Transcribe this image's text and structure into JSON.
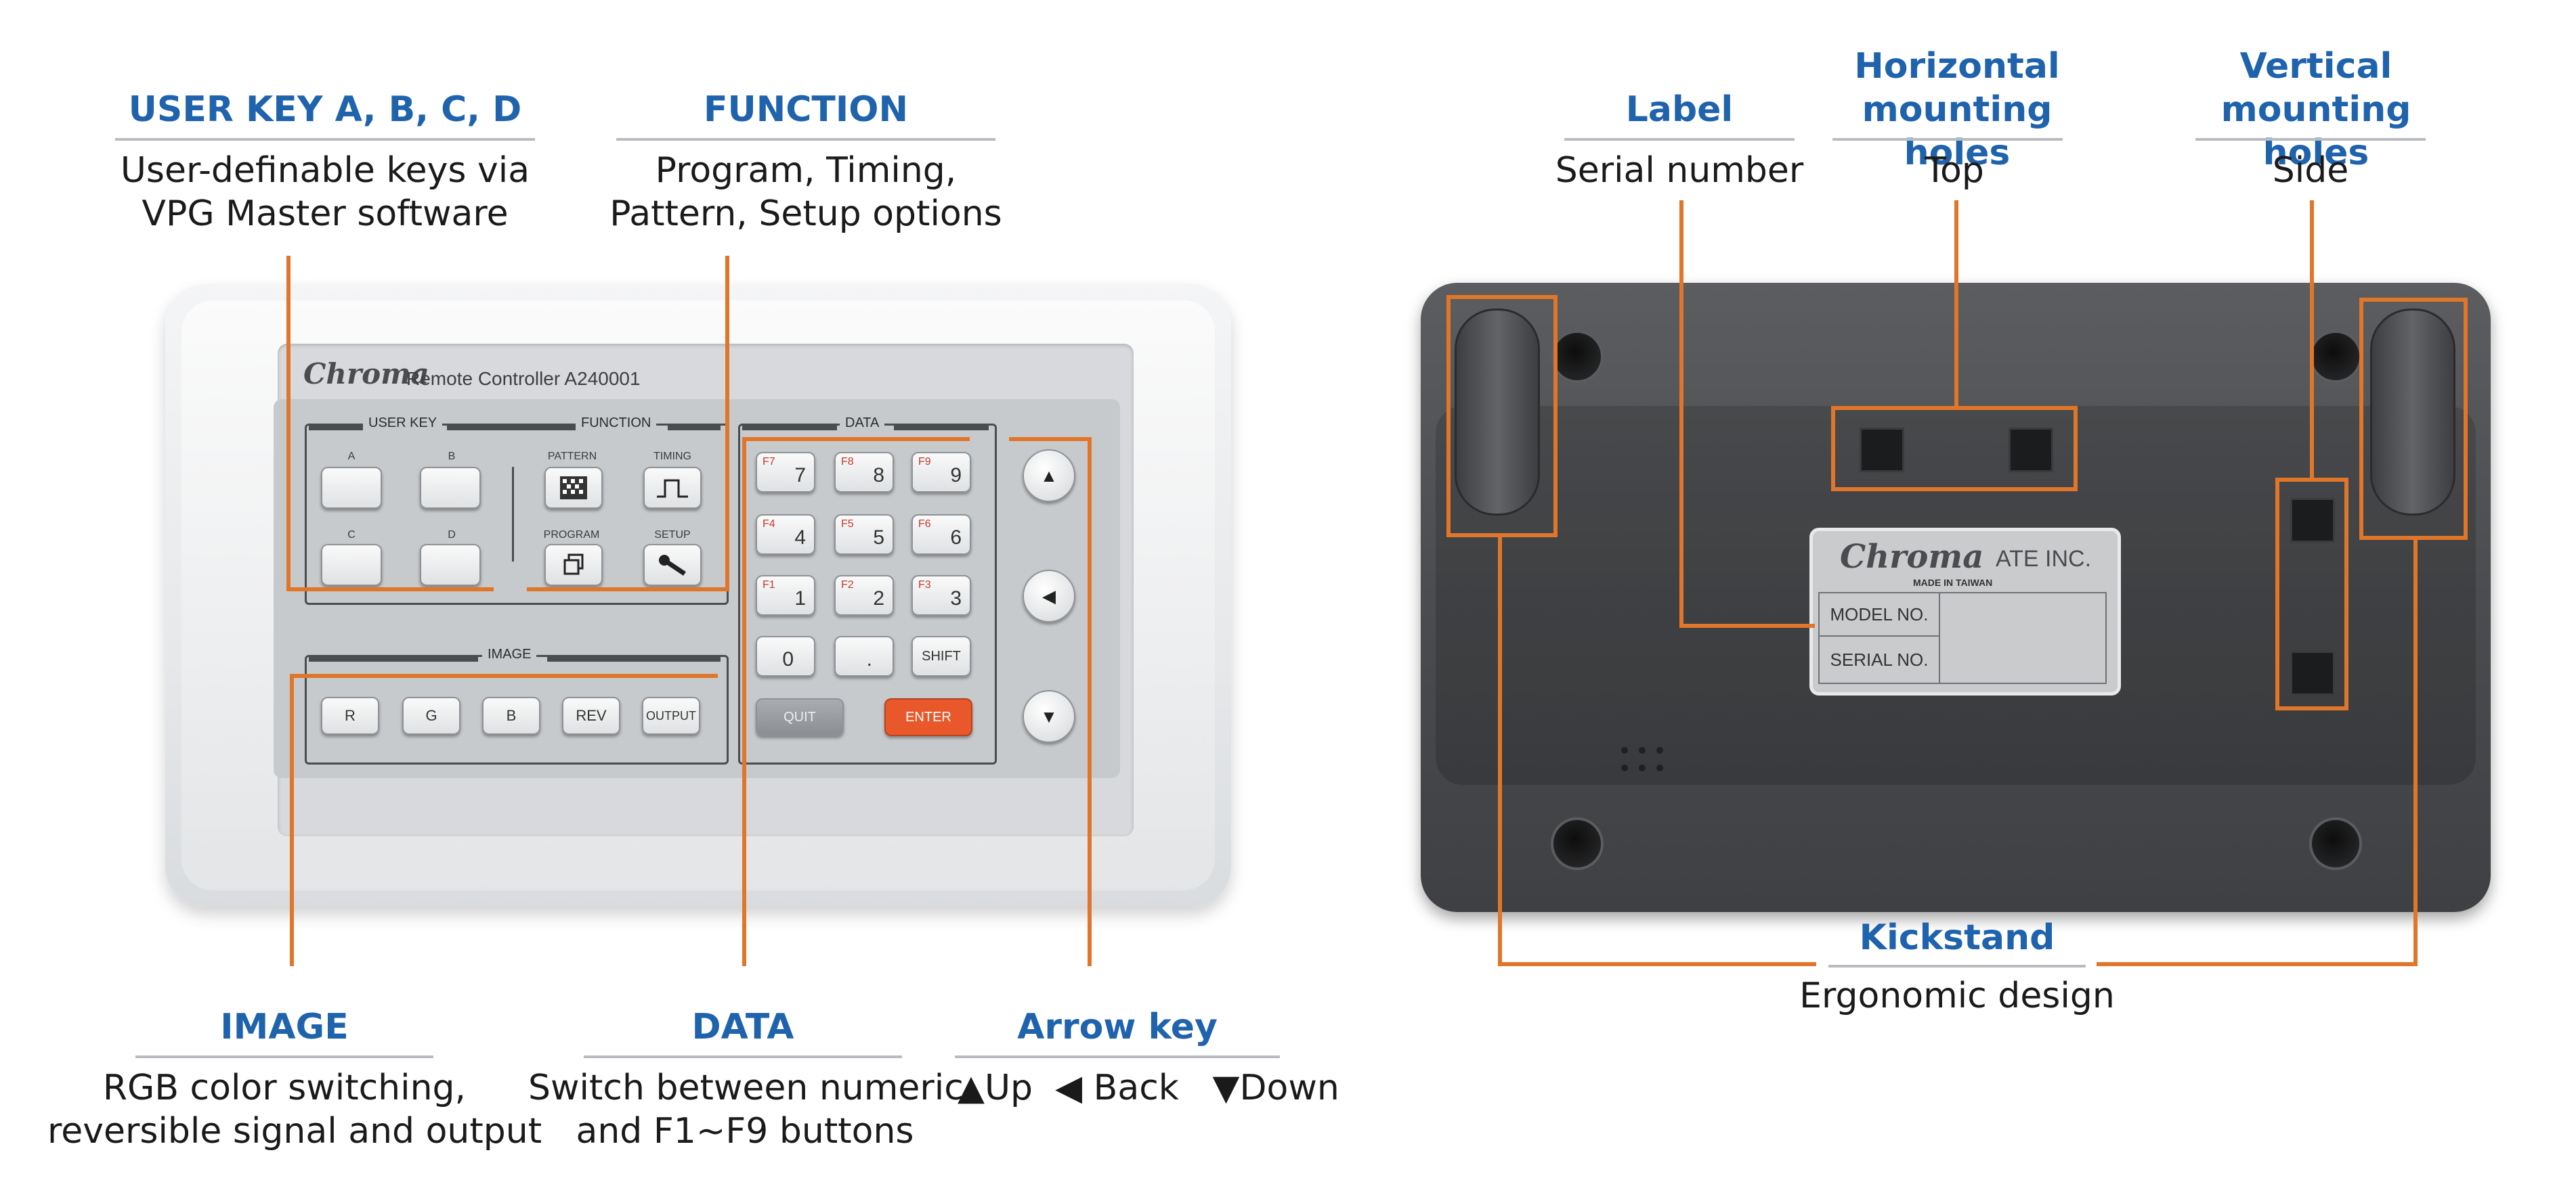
{
  "front": {
    "brand": "Chroma",
    "model_text": "Remote Controller A240001",
    "groups": {
      "user_key": "USER KEY",
      "function": "FUNCTION",
      "data": "DATA",
      "image": "IMAGE"
    },
    "user_keys": [
      "A",
      "B",
      "C",
      "D"
    ],
    "function_keys": [
      "PATTERN",
      "TIMING",
      "PROGRAM",
      "SETUP"
    ],
    "image_keys": [
      "R",
      "G",
      "B",
      "REV",
      "OUTPUT"
    ],
    "data_keys": [
      {
        "f": "F7",
        "n": "7"
      },
      {
        "f": "F8",
        "n": "8"
      },
      {
        "f": "F9",
        "n": "9"
      },
      {
        "f": "F4",
        "n": "4"
      },
      {
        "f": "F5",
        "n": "5"
      },
      {
        "f": "F6",
        "n": "6"
      },
      {
        "f": "F1",
        "n": "1"
      },
      {
        "f": "F2",
        "n": "2"
      },
      {
        "f": "F3",
        "n": "3"
      },
      {
        "f": "",
        "n": "0"
      },
      {
        "f": "",
        "n": "."
      },
      {
        "f": "",
        "n": "SHIFT"
      }
    ],
    "quit": "QUIT",
    "enter": "ENTER"
  },
  "back": {
    "brand": "Chroma",
    "company": "ATE INC.",
    "made_in": "MADE IN TAIWAN",
    "model_no": "MODEL NO.",
    "serial_no": "SERIAL NO."
  },
  "annotations": {
    "user_key": {
      "title": "USER KEY A, B, C, D",
      "desc1": "User-definable keys via",
      "desc2": "VPG Master software"
    },
    "function": {
      "title": "FUNCTION",
      "desc1": "Program, Timing,",
      "desc2": "Pattern, Setup options"
    },
    "image": {
      "title": "IMAGE",
      "desc1": "RGB color switching,",
      "desc2": "reversible signal and output"
    },
    "data": {
      "title": "DATA",
      "desc1": "Switch between numeric",
      "desc2": "and F1~F9 buttons"
    },
    "arrow": {
      "title": "Arrow key",
      "up": "Up",
      "back": "Back",
      "down": "Down"
    },
    "label": {
      "title": "Label",
      "desc": "Serial number"
    },
    "horizontal": {
      "title1": "Horizontal",
      "title2": "mounting holes",
      "desc": "Top"
    },
    "vertical": {
      "title1": "Vertical",
      "title2": "mounting holes",
      "desc": "Side"
    },
    "kickstand": {
      "title": "Kickstand",
      "desc": "Ergonomic design"
    }
  },
  "colors": {
    "accent_title": "#1f63ad",
    "callout": "#e0762a",
    "enter_key": "#e8582a"
  },
  "icons": [
    "pattern-icon",
    "timing-icon",
    "program-icon",
    "setup-icon",
    "arrow-up-icon",
    "arrow-left-icon",
    "arrow-down-icon"
  ]
}
